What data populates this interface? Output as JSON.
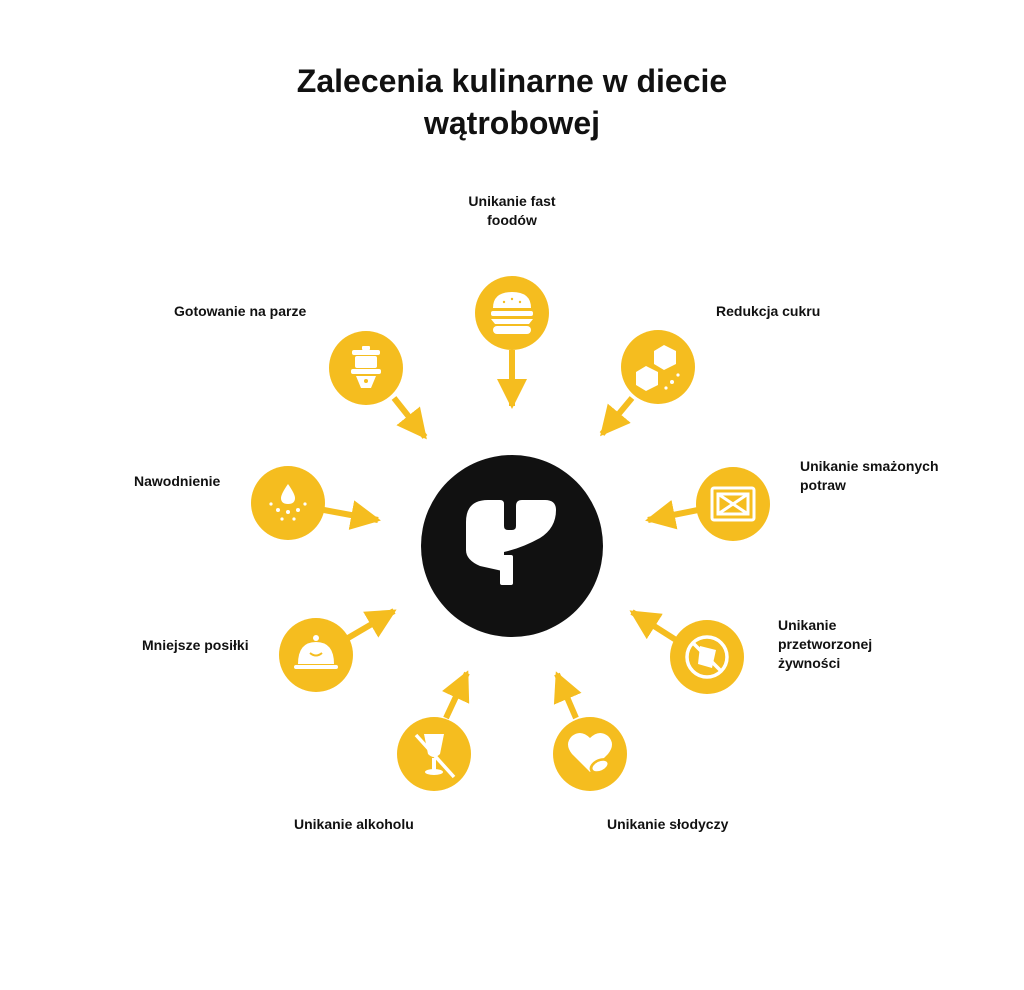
{
  "title": "Zalecenia kulinarne w diecie wątrobowej",
  "colors": {
    "accent": "#F5BD1F",
    "center": "#111111",
    "icon": "#ffffff",
    "text": "#111111"
  },
  "center": {
    "icon": "liver-icon"
  },
  "items": [
    {
      "label": "Unikanie fast foodów",
      "icon": "burger-icon"
    },
    {
      "label": "Redukcja cukru",
      "icon": "sugar-cubes-icon"
    },
    {
      "label": "Unikanie smażonych potraw",
      "icon": "fried-food-icon"
    },
    {
      "label": "Unikanie przetworzonej żywności",
      "icon": "no-processed-food-icon"
    },
    {
      "label": "Unikanie słodyczy",
      "icon": "heart-leaf-icon"
    },
    {
      "label": "Unikanie alkoholu",
      "icon": "no-alcohol-icon"
    },
    {
      "label": "Mniejsze posiłki",
      "icon": "cloche-icon"
    },
    {
      "label": "Nawodnienie",
      "icon": "water-drop-icon"
    },
    {
      "label": "Gotowanie na parze",
      "icon": "steamer-icon"
    }
  ]
}
